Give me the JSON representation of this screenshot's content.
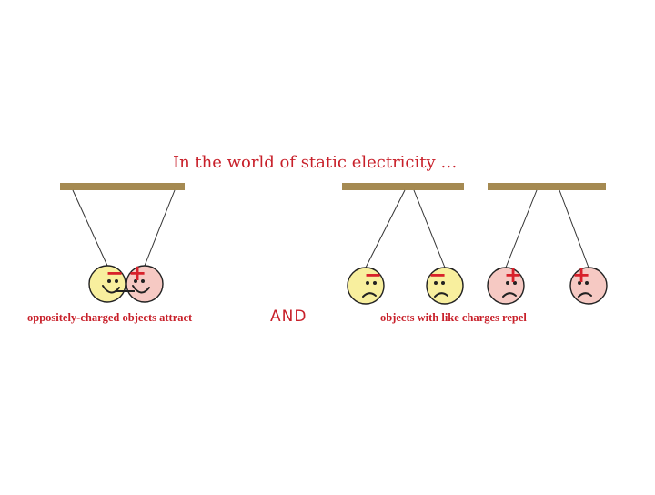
{
  "title": "In the world of static electricity …",
  "caption_attract": "oppositely-charged objects attract",
  "caption_and": "AND",
  "caption_repel": "objects with like charges repel",
  "colors": {
    "bar": "#a58a52",
    "string": "#333333",
    "face_yellow": "#f8ef9e",
    "face_pink": "#f6c9c3",
    "outline": "#222222",
    "charge": "#d8202a"
  },
  "charges": {
    "negative": "−",
    "positive": "+"
  },
  "pendulums": [
    {
      "id": "ball-1",
      "charge": "negative",
      "face": "yellow",
      "mood": "happy"
    },
    {
      "id": "ball-2",
      "charge": "positive",
      "face": "pink",
      "mood": "happy"
    },
    {
      "id": "ball-3",
      "charge": "negative",
      "face": "yellow",
      "mood": "unhappy"
    },
    {
      "id": "ball-4",
      "charge": "negative",
      "face": "yellow",
      "mood": "unhappy"
    },
    {
      "id": "ball-5",
      "charge": "positive",
      "face": "pink",
      "mood": "unhappy"
    },
    {
      "id": "ball-6",
      "charge": "positive",
      "face": "pink",
      "mood": "unhappy"
    }
  ]
}
